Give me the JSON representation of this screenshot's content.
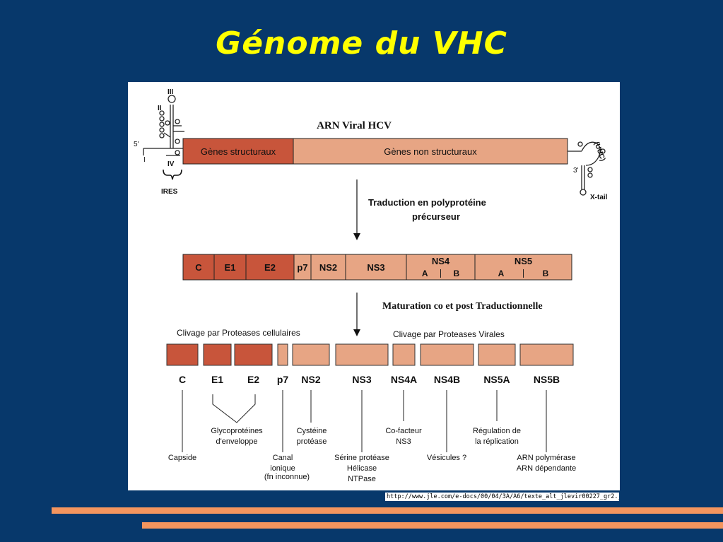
{
  "slide": {
    "title": "Génome du VHC",
    "source_url": "http://www.jle.com/e-docs/00/04/3A/A6/texte_alt_jlevir00227_gr2.jpg"
  },
  "colors": {
    "background": "#07386b",
    "title": "#ffff00",
    "structural_dark": "#c8553b",
    "nonstructural_light": "#e7a584",
    "stripe": "#f4955e"
  },
  "genome": {
    "title": "ARN Viral HCV",
    "five_prime": "5'",
    "three_prime": "3'",
    "domain_labels": [
      "I",
      "II",
      "III",
      "IV"
    ],
    "ires": "IRES",
    "structural_genes": "Gènes structuraux",
    "nonstructural_genes": "Gènes non structuraux",
    "x_tail": "X-tail",
    "uuc": "(UUC)"
  },
  "steps": {
    "translation_line1": "Traduction en polyprotéine",
    "translation_line2": "précurseur",
    "maturation": "Maturation co et post Traductionnelle"
  },
  "polyprotein": [
    {
      "label": "C",
      "type": "structural"
    },
    {
      "label": "E1",
      "type": "structural"
    },
    {
      "label": "E2",
      "type": "structural"
    },
    {
      "label": "p7",
      "type": "nonstructural"
    },
    {
      "label": "NS2",
      "type": "nonstructural"
    },
    {
      "label": "NS3",
      "type": "nonstructural"
    },
    {
      "label": "NS4",
      "type": "nonstructural",
      "sub": [
        "A",
        "B"
      ]
    },
    {
      "label": "NS5",
      "type": "nonstructural",
      "sub": [
        "A",
        "B"
      ]
    }
  ],
  "cleavage": {
    "cellular": "Clivage par Proteases cellulaires",
    "viral": "Clivage par Proteases Virales"
  },
  "proteins": [
    {
      "label": "C",
      "type": "structural"
    },
    {
      "label": "E1",
      "type": "structural"
    },
    {
      "label": "E2",
      "type": "structural"
    },
    {
      "label": "p7",
      "type": "nonstructural"
    },
    {
      "label": "NS2",
      "type": "nonstructural"
    },
    {
      "label": "NS3",
      "type": "nonstructural"
    },
    {
      "label": "NS4A",
      "type": "nonstructural"
    },
    {
      "label": "NS4B",
      "type": "nonstructural"
    },
    {
      "label": "NS5A",
      "type": "nonstructural"
    },
    {
      "label": "NS5B",
      "type": "nonstructural"
    }
  ],
  "functions": {
    "capsid": [
      "Capside"
    ],
    "glycoproteins": [
      "Glycoprotéines",
      "d'enveloppe"
    ],
    "ion_channel": [
      "Canal",
      "ionique",
      "(fn inconnue)"
    ],
    "cysteine_protease": [
      "Cystéine",
      "protéase"
    ],
    "ns3": [
      "Sérine protéase",
      "Hélicase",
      "NTPase"
    ],
    "cofactor": [
      "Co-facteur",
      "NS3"
    ],
    "vesicles": [
      "Vésicules ?"
    ],
    "replication": [
      "Régulation de",
      "la réplication"
    ],
    "polymerase": [
      "ARN polymérase",
      "ARN dépendante"
    ]
  }
}
